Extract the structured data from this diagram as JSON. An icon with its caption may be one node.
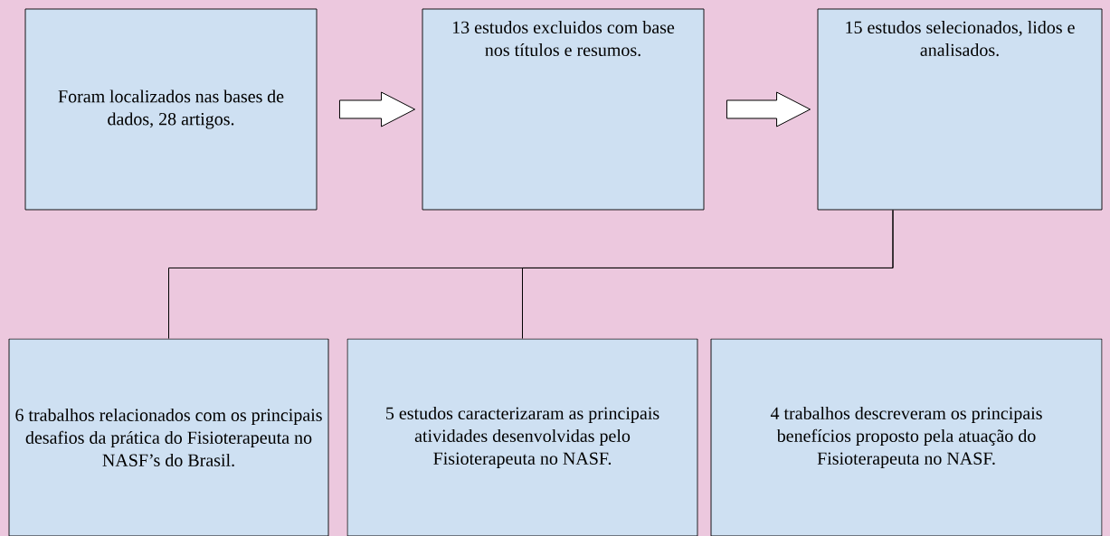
{
  "diagram": {
    "nodes": [
      {
        "text": [
          "Foram localizados nas bases de dados, 28 artigos."
        ]
      },
      {
        "text": [
          "13 estudos excluidos com base nos títulos e resumos."
        ]
      },
      {
        "text": [
          "15 estudos selecionados, lidos e analisados."
        ]
      },
      {
        "text": [
          "6 trabalhos relacionados com os principais desafios da prática do Fisioterapeuta no NASF’s do Brasil."
        ]
      },
      {
        "text": [
          "5 estudos caracterizaram as principais atividades desenvolvidas pelo Fisioterapeuta no NASF."
        ]
      },
      {
        "text": [
          "4 trabalhos descreveram os principais benefícios proposto pela atuação do Fisioterapeuta no NASF."
        ]
      }
    ],
    "edges": [
      {
        "from": 0,
        "to": 1,
        "arrow": "to"
      },
      {
        "from": 1,
        "to": 2,
        "arrow": "to"
      },
      {
        "from": 2,
        "to": 3,
        "arrow": "none"
      },
      {
        "from": 2,
        "to": 4,
        "arrow": "none"
      }
    ]
  }
}
